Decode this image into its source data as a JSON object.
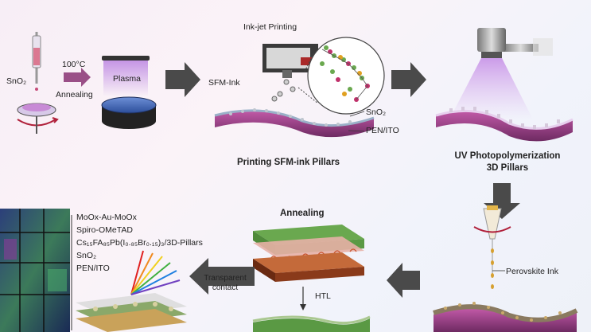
{
  "labels": {
    "sno2_left": "SnO₂",
    "temp": "100°C",
    "annealing_step": "Annealing",
    "plasma": "Plasma",
    "inkjet_printing": "Ink-jet Printing",
    "sfm_ink": "SFM-Ink",
    "sno2_layer": "SnO₂",
    "pen_ito": "PEN/ITO",
    "printing_pillars": "Printing SFM-ink Pillars",
    "uv_line1": "UV Photopolymerization",
    "uv_line2": "3D Pillars",
    "perovskite_ink": "Perovskite Ink",
    "annealing_title": "Annealing",
    "htl": "HTL",
    "transparent_line1": "Transparent",
    "transparent_line2": "contact"
  },
  "stack_layers": [
    "MoOx-Au-MoOx",
    "Spiro-OMeTAD",
    "Cs₁₅FA₈₅Pb(I₀.₈₅Br₀.₁₅)₃/3D-Pillars",
    "SnO₂",
    "PEN/ITO"
  ],
  "colors": {
    "arrow": "#4a4a4a",
    "purple": "#9b3f8e",
    "uv_glow": "#c88de0",
    "substrate": "#8a3a78"
  }
}
